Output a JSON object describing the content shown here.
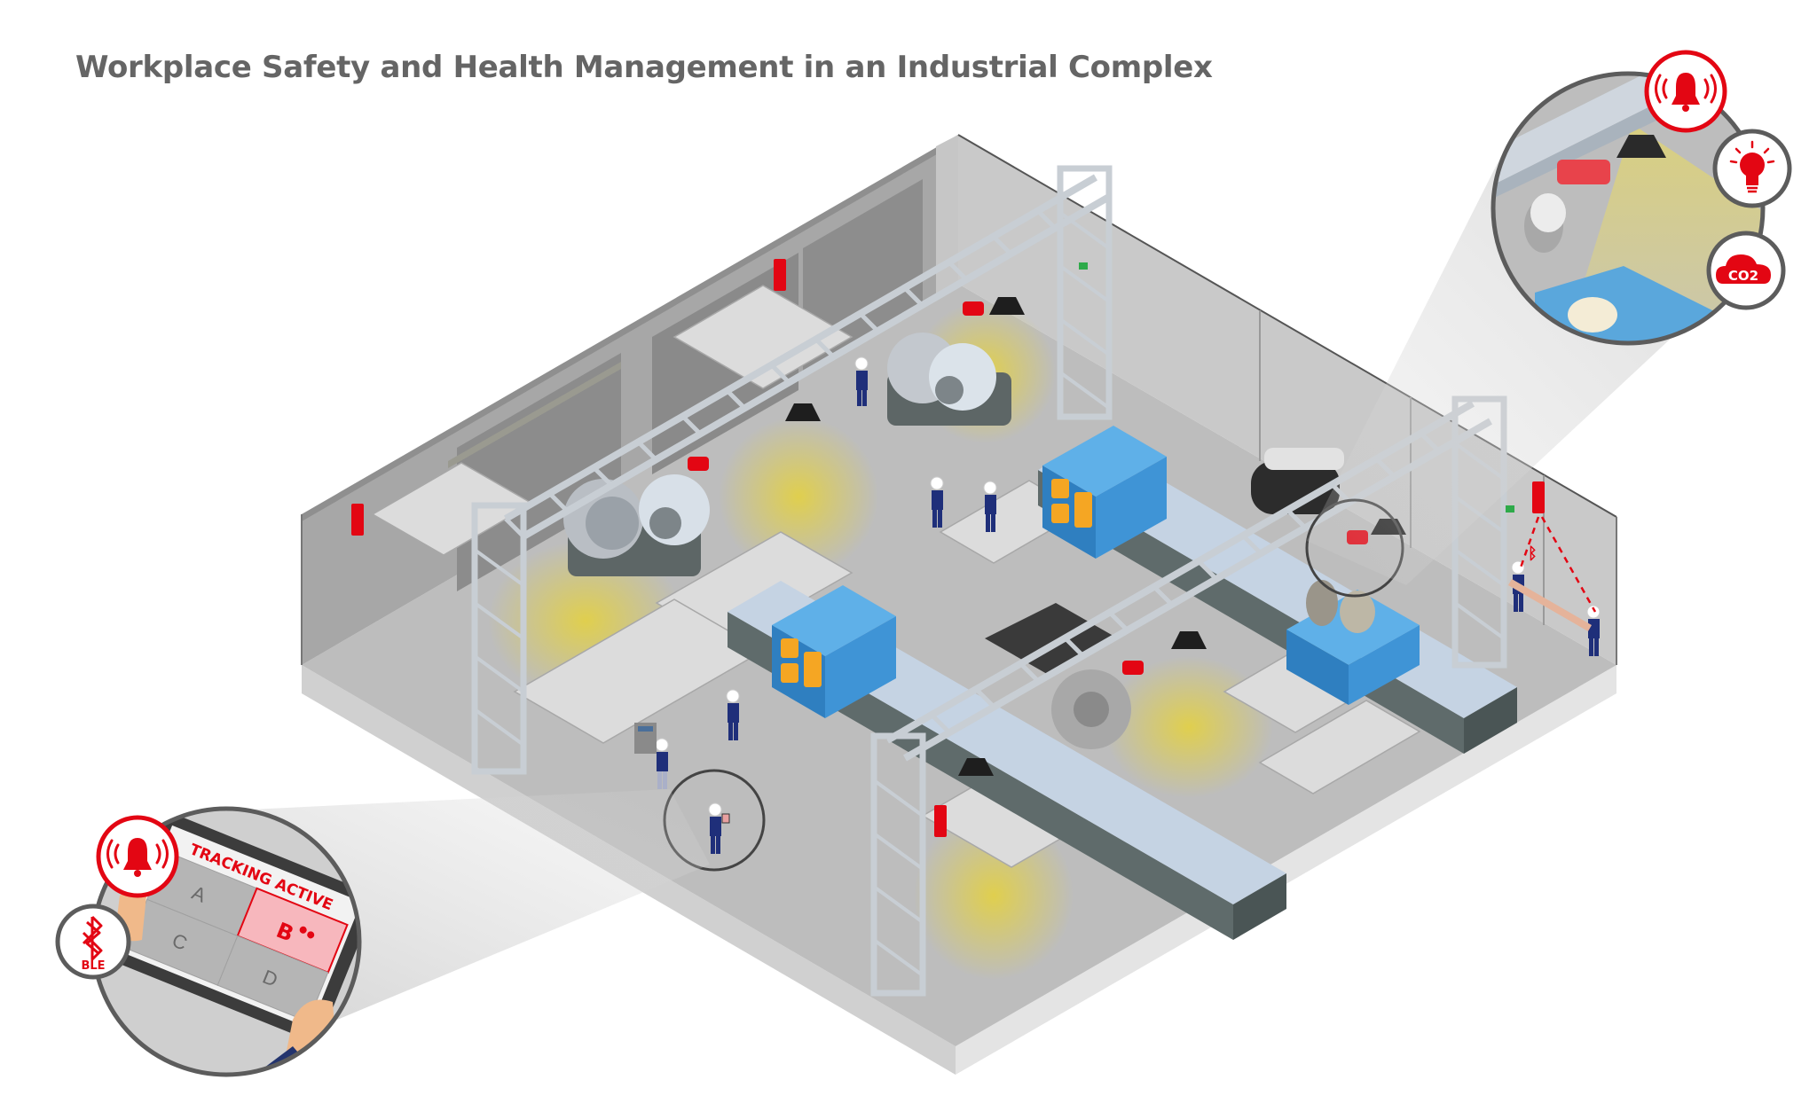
{
  "title": "Workplace Safety and Health Management in an Industrial Complex",
  "colors": {
    "accent_red": "#e30613",
    "worker_blue": "#1f2f7a",
    "machine_blue": "#3f94d6",
    "panel_orange": "#f5a623",
    "light_yellow": "#e8d64a",
    "wall_gray": "#b9b9b9",
    "floor_gray": "#c4c4c4"
  },
  "scene": {
    "description": "Isometric cutaway of factory floor with conveyor lines, overhead trusses, catwalks, workers and safety sensors",
    "elements": [
      {
        "name": "overhead-truss",
        "count": 2
      },
      {
        "name": "conveyor-line",
        "count": 2
      },
      {
        "name": "blue-processing-machine",
        "count": 3
      },
      {
        "name": "paper-roll-machine",
        "count": 2
      },
      {
        "name": "fire-extinguisher",
        "count": 4
      },
      {
        "name": "smoke-sensor",
        "count": 4
      },
      {
        "name": "pendant-lamp",
        "count": 5
      },
      {
        "name": "worker",
        "count": 9
      },
      {
        "name": "exit-sign",
        "count": 2
      }
    ]
  },
  "callouts": {
    "environment": {
      "icons": [
        {
          "name": "alarm-bell-icon",
          "label": ""
        },
        {
          "name": "light-bulb-icon",
          "label": ""
        },
        {
          "name": "co2-cloud-icon",
          "label": "CO2"
        }
      ]
    },
    "tracking": {
      "tablet_header": "TRACKING ACTIVE",
      "zones": [
        "A",
        "B",
        "C",
        "D"
      ],
      "active_zone": "B",
      "icons": [
        {
          "name": "alarm-bell-icon",
          "label": ""
        },
        {
          "name": "bluetooth-icon",
          "label": "BLE"
        }
      ]
    }
  }
}
